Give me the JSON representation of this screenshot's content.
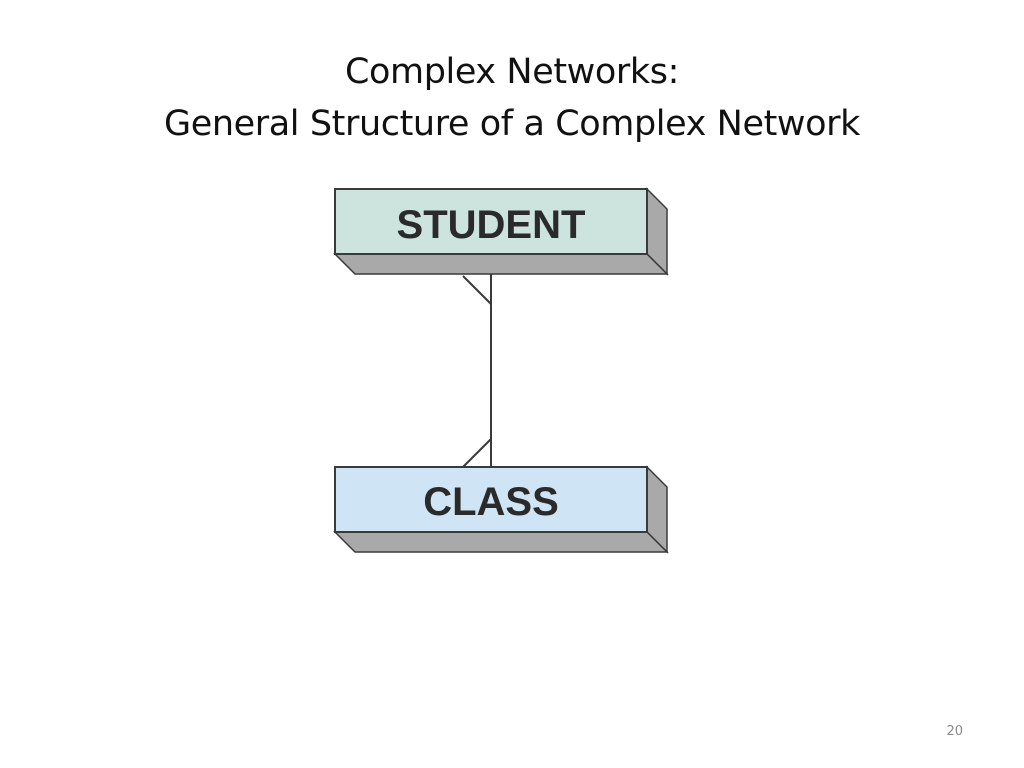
{
  "slide": {
    "title_line1": "Complex Networks:",
    "title_line2": "General Structure of a Complex Network",
    "page_number": "20"
  },
  "diagram": {
    "entities": [
      {
        "id": "student",
        "label": "STUDENT",
        "face_color": "#cde4de"
      },
      {
        "id": "class",
        "label": "CLASS",
        "face_color": "#cfe4f5"
      }
    ],
    "relationship": {
      "from": "student",
      "to": "class",
      "cardinality": "many-to-many"
    },
    "colors": {
      "box_side": "#a9a9a9",
      "box_outline": "#3a3a3a",
      "connector": "#3a3a3a"
    }
  }
}
